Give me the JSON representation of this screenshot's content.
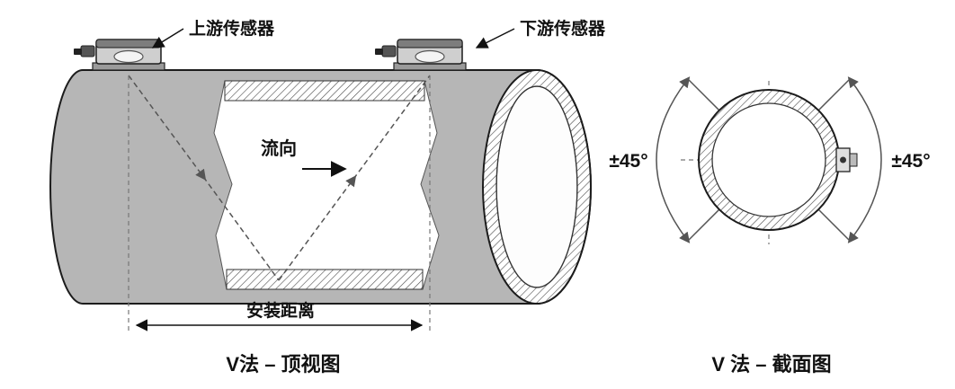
{
  "diagram": {
    "top_view": {
      "upstream_sensor_label": "上游传感器",
      "downstream_sensor_label": "下游传感器",
      "flow_label": "流向",
      "distance_label": "安装距离",
      "caption": "V法 – 顶视图"
    },
    "cross_section": {
      "angle_left": "±45°",
      "angle_right": "±45°",
      "caption": "V 法 – 截面图"
    },
    "colors": {
      "pipe_gray": "#b6b6b6",
      "outline": "#1c1c1c",
      "hatch_line": "#4a4a4a",
      "dashed_line": "#666666",
      "background": "#ffffff"
    }
  }
}
